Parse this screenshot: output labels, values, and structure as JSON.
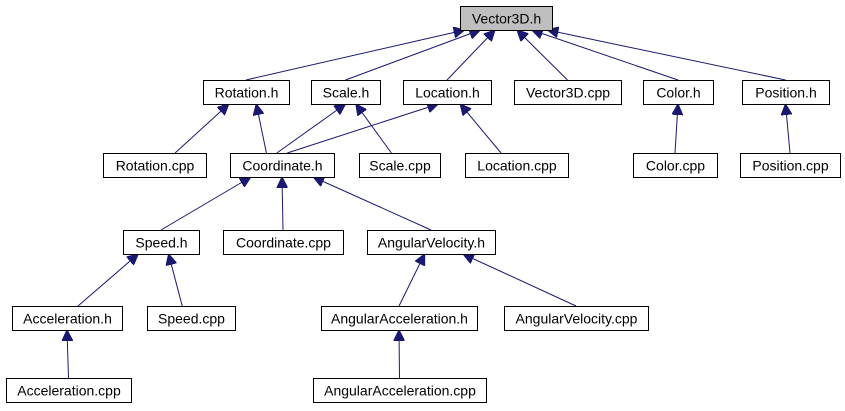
{
  "colors": {
    "edge": "#191970",
    "node_fill": "#ffffff",
    "root_fill": "#bfbfbf",
    "border": "#000000"
  },
  "nodes": [
    {
      "id": "vector3d_h",
      "label": "Vector3D.h",
      "root": true
    },
    {
      "id": "rotation_h",
      "label": "Rotation.h"
    },
    {
      "id": "scale_h",
      "label": "Scale.h"
    },
    {
      "id": "location_h",
      "label": "Location.h"
    },
    {
      "id": "vector3d_cpp",
      "label": "Vector3D.cpp"
    },
    {
      "id": "color_h",
      "label": "Color.h"
    },
    {
      "id": "position_h",
      "label": "Position.h"
    },
    {
      "id": "rotation_cpp",
      "label": "Rotation.cpp"
    },
    {
      "id": "coordinate_h",
      "label": "Coordinate.h"
    },
    {
      "id": "scale_cpp",
      "label": "Scale.cpp"
    },
    {
      "id": "location_cpp",
      "label": "Location.cpp"
    },
    {
      "id": "color_cpp",
      "label": "Color.cpp"
    },
    {
      "id": "position_cpp",
      "label": "Position.cpp"
    },
    {
      "id": "speed_h",
      "label": "Speed.h"
    },
    {
      "id": "coordinate_cpp",
      "label": "Coordinate.cpp"
    },
    {
      "id": "angularvelocity_h",
      "label": "AngularVelocity.h"
    },
    {
      "id": "acceleration_h",
      "label": "Acceleration.h"
    },
    {
      "id": "speed_cpp",
      "label": "Speed.cpp"
    },
    {
      "id": "angularacceleration_h",
      "label": "AngularAcceleration.h"
    },
    {
      "id": "angularvelocity_cpp",
      "label": "AngularVelocity.cpp"
    },
    {
      "id": "acceleration_cpp",
      "label": "Acceleration.cpp"
    },
    {
      "id": "angularacceleration_cpp",
      "label": "AngularAcceleration.cpp"
    }
  ],
  "edges": [
    {
      "from": "rotation_h",
      "to": "vector3d_h"
    },
    {
      "from": "scale_h",
      "to": "vector3d_h"
    },
    {
      "from": "location_h",
      "to": "vector3d_h"
    },
    {
      "from": "vector3d_cpp",
      "to": "vector3d_h"
    },
    {
      "from": "color_h",
      "to": "vector3d_h"
    },
    {
      "from": "position_h",
      "to": "vector3d_h"
    },
    {
      "from": "rotation_cpp",
      "to": "rotation_h"
    },
    {
      "from": "coordinate_h",
      "to": "rotation_h"
    },
    {
      "from": "coordinate_h",
      "to": "scale_h"
    },
    {
      "from": "scale_cpp",
      "to": "scale_h"
    },
    {
      "from": "coordinate_h",
      "to": "location_h"
    },
    {
      "from": "location_cpp",
      "to": "location_h"
    },
    {
      "from": "color_cpp",
      "to": "color_h"
    },
    {
      "from": "position_cpp",
      "to": "position_h"
    },
    {
      "from": "speed_h",
      "to": "coordinate_h"
    },
    {
      "from": "coordinate_cpp",
      "to": "coordinate_h"
    },
    {
      "from": "angularvelocity_h",
      "to": "coordinate_h"
    },
    {
      "from": "acceleration_h",
      "to": "speed_h"
    },
    {
      "from": "speed_cpp",
      "to": "speed_h"
    },
    {
      "from": "angularacceleration_h",
      "to": "angularvelocity_h"
    },
    {
      "from": "angularvelocity_cpp",
      "to": "angularvelocity_h"
    },
    {
      "from": "acceleration_cpp",
      "to": "acceleration_h"
    },
    {
      "from": "angularacceleration_cpp",
      "to": "angularacceleration_h"
    }
  ]
}
